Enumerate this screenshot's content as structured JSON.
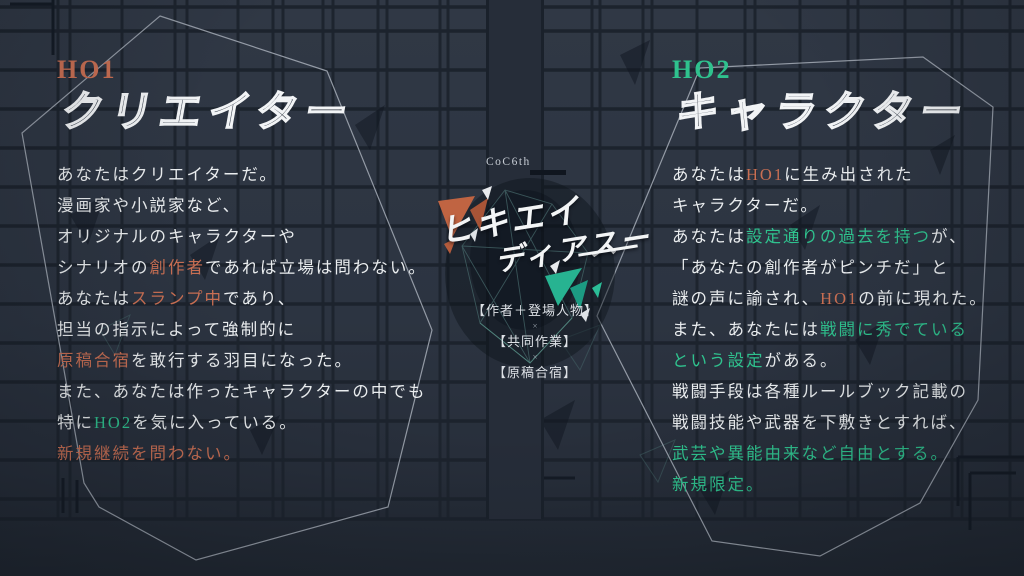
{
  "colors": {
    "orange": "#c96f53",
    "green": "#2fc28e",
    "white": "#eaedef"
  },
  "left_handout": {
    "label": "HO1",
    "title": "クリエイター",
    "lines": [
      [
        {
          "t": "あなたはクリエイターだ。"
        }
      ],
      [
        {
          "t": "漫画家や小説家など、"
        }
      ],
      [
        {
          "t": "オリジナルのキャラクターや"
        }
      ],
      [
        {
          "t": "シナリオの"
        },
        {
          "t": "創作者",
          "c": "orange"
        },
        {
          "t": "であれば立場は問わない。"
        }
      ],
      [
        {
          "t": "あなたは"
        },
        {
          "t": "スランプ中",
          "c": "orange"
        },
        {
          "t": "であり、"
        }
      ],
      [
        {
          "t": "担当の指示によって強制的に"
        }
      ],
      [
        {
          "t": "原稿合宿",
          "c": "orange"
        },
        {
          "t": "を敢行する羽目になった。"
        }
      ],
      [
        {
          "t": "また、あなたは作ったキャラクターの中でも"
        }
      ],
      [
        {
          "t": "特に"
        },
        {
          "t": "HO2",
          "c": "green"
        },
        {
          "t": "を気に入っている。"
        }
      ],
      [
        {
          "t": "新規継続を問わない。",
          "c": "orange"
        }
      ]
    ]
  },
  "right_handout": {
    "label": "HO2",
    "title": "キャラクター",
    "lines": [
      [
        {
          "t": "あなたは"
        },
        {
          "t": "HO1",
          "c": "orange"
        },
        {
          "t": "に生み出された"
        }
      ],
      [
        {
          "t": "キャラクターだ。"
        }
      ],
      [
        {
          "t": "あなたは"
        },
        {
          "t": "設定通りの過去を持つ",
          "c": "green"
        },
        {
          "t": "が、"
        }
      ],
      [
        {
          "t": "「あなたの創作者がピンチだ」と"
        }
      ],
      [
        {
          "t": "謎の声に諭され、"
        },
        {
          "t": "HO1",
          "c": "orange"
        },
        {
          "t": "の前に現れた。"
        }
      ],
      [
        {
          "t": "また、あなたには"
        },
        {
          "t": "戦闘に秀でている",
          "c": "green"
        }
      ],
      [
        {
          "t": "という設定",
          "c": "green"
        },
        {
          "t": "がある。"
        }
      ],
      [
        {
          "t": "戦闘手段は各種ルールブック記載の"
        }
      ],
      [
        {
          "t": "戦闘技能や武器を下敷きとすれば、"
        }
      ],
      [
        {
          "t": "武芸や異能由来など自由とする。",
          "c": "green"
        }
      ],
      [
        {
          "t": "新規限定。",
          "c": "green"
        }
      ]
    ]
  },
  "center": {
    "system": "CoC6th",
    "title_line1": "ヒキエイ",
    "title_line2": "ディアスー",
    "tags": [
      "【作者＋登場人物】",
      "×",
      "【共同作業】",
      "×",
      "【原稿合宿】"
    ]
  }
}
